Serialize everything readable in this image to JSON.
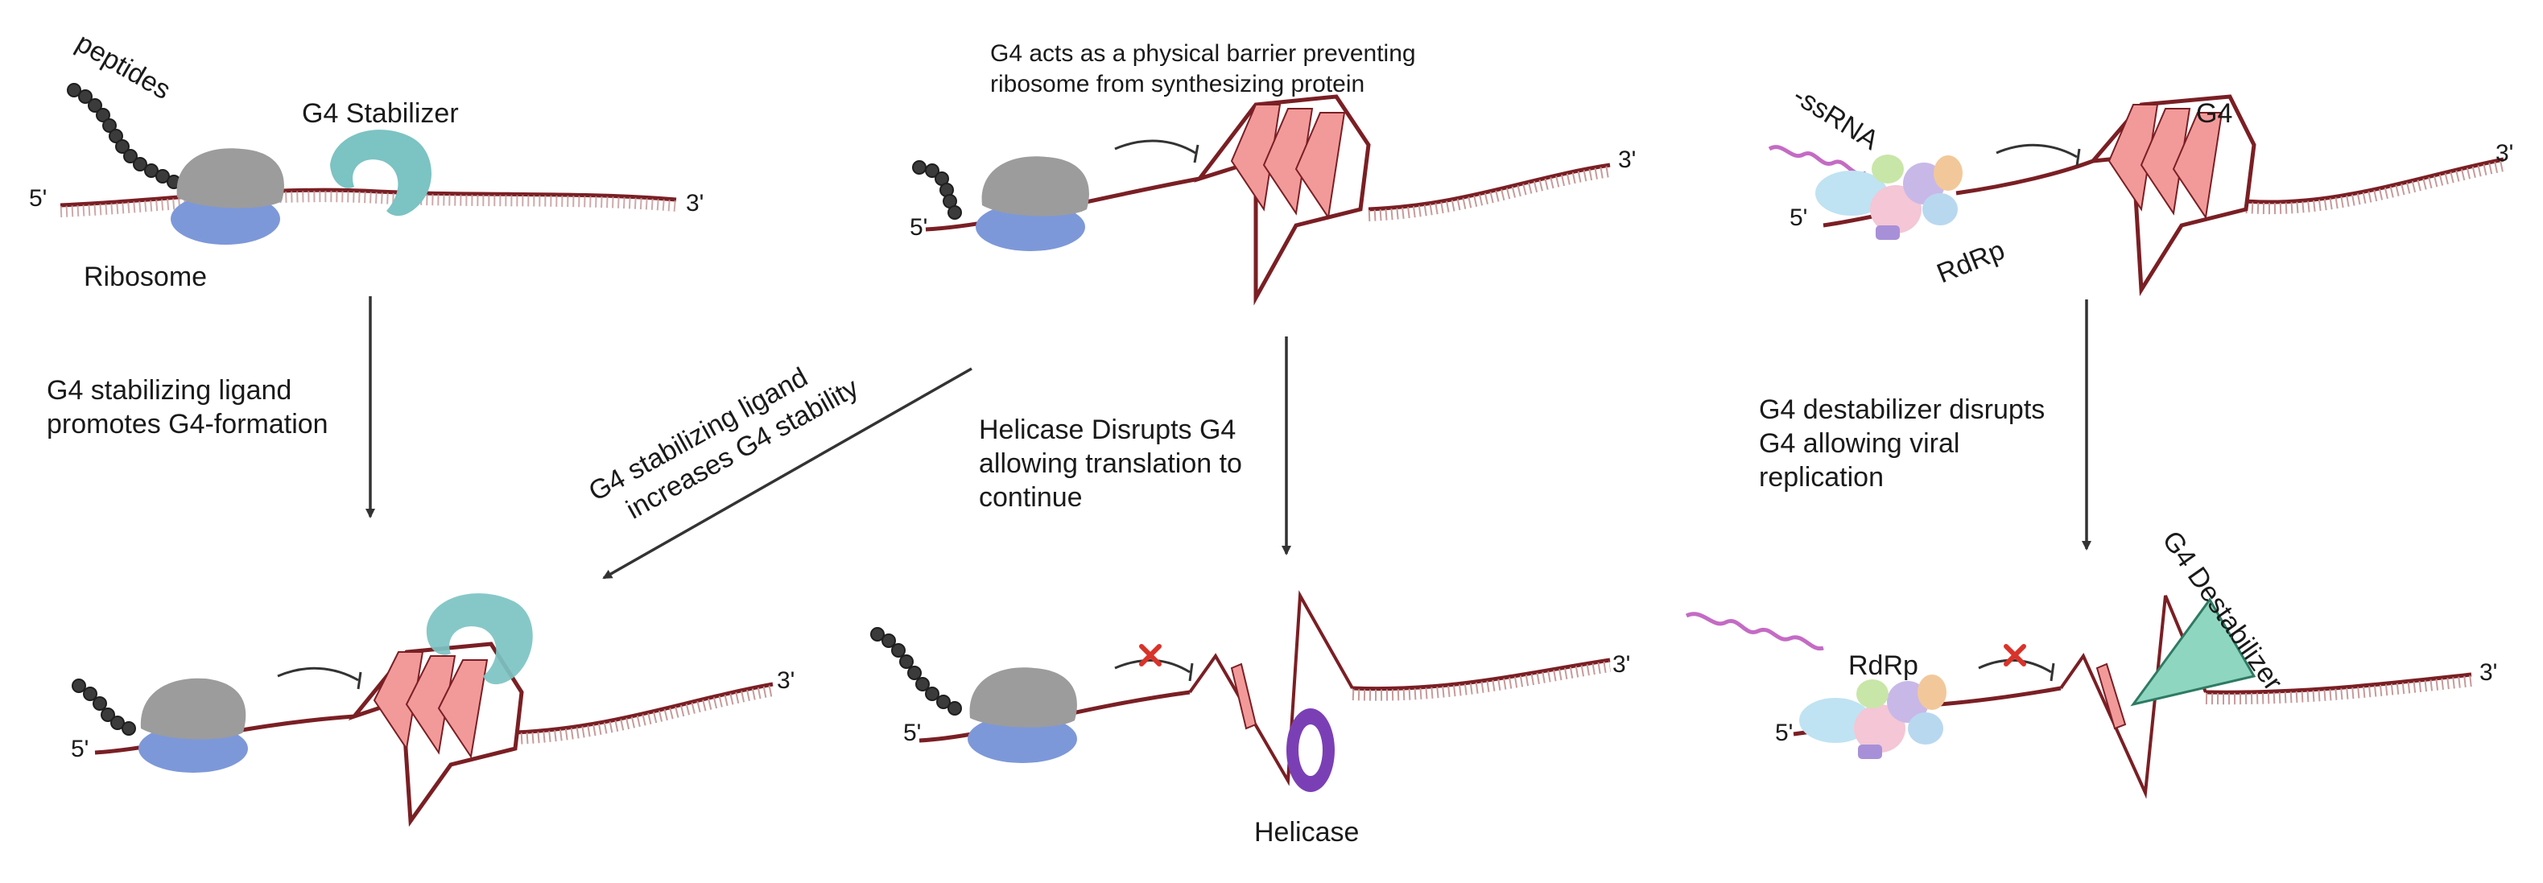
{
  "panels": {
    "p1": {
      "peptides": "peptides",
      "stabilizer": "G4 Stabilizer",
      "ribosome": "Ribosome",
      "five": "5'",
      "three": "3'"
    },
    "p2": {
      "caption_line1": "G4 acts as a physical barrier preventing",
      "caption_line2": "ribosome from synthesizing protein",
      "five": "5'",
      "three": "3'"
    },
    "p3": {
      "ssrna": "-ssRNA",
      "g4": "G4",
      "rdrp": "RdRp",
      "five": "5'",
      "three": "3'"
    },
    "p4": {
      "five": "5'",
      "three": "3'"
    },
    "p5": {
      "helicase": "Helicase",
      "five": "5'",
      "three": "3'"
    },
    "p6": {
      "rdrp": "RdRp",
      "destabilizer": "G4 Destabilizer",
      "five": "5'",
      "three": "3'"
    }
  },
  "arrows": {
    "left_line1": "G4 stabilizing ligand",
    "left_line2": "promotes G4-formation",
    "diag_line1": "G4 stabilizing ligand",
    "diag_line2": "increases G4 stability",
    "mid_line1": "Helicase Disrupts G4",
    "mid_line2": "allowing translation to",
    "mid_line3": "continue",
    "right_line1": "G4 destabilizer disrupts",
    "right_line2": "G4 allowing viral",
    "right_line3": "replication"
  },
  "colors": {
    "rna": "#7a1f24",
    "ribosome_large": "#9c9c9c",
    "ribosome_small": "#7d98d9",
    "stabilizer": "#7cc3c3",
    "g4_plane": "#f29a9a",
    "helicase": "#7b3fb5",
    "destabilizer": "#8fd6c0",
    "inhibit_x": "#d9332a",
    "ssrna": "#c46bc4"
  }
}
